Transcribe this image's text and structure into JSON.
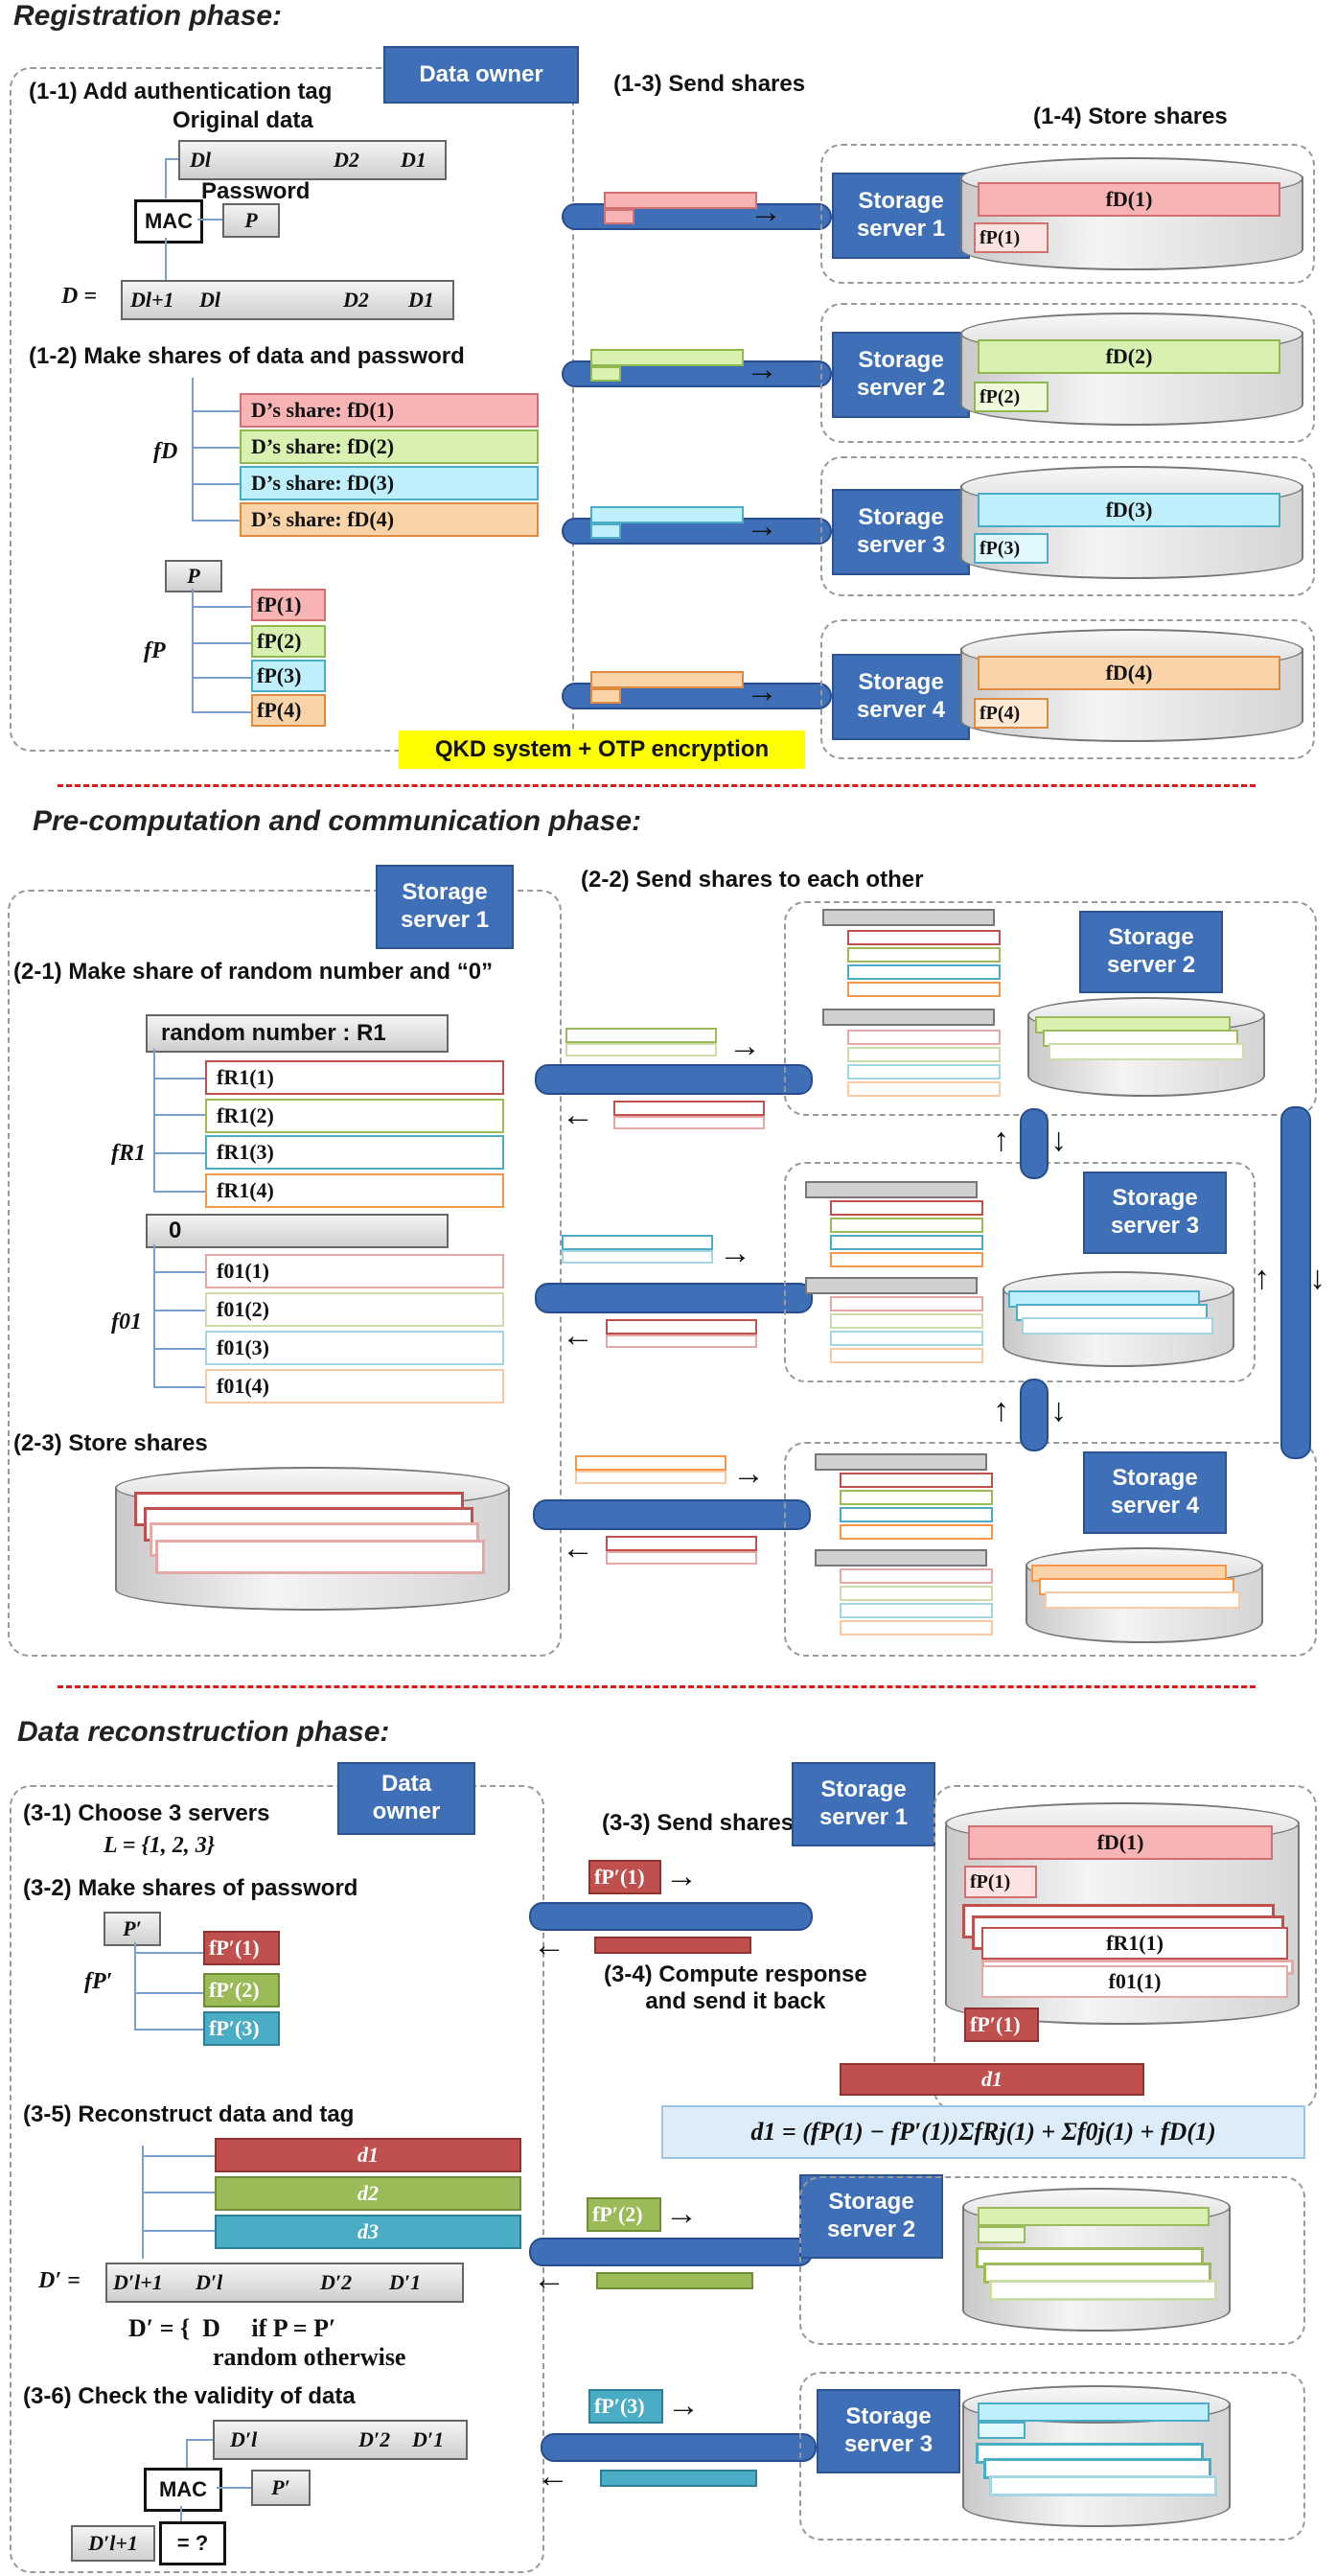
{
  "phases": {
    "registration": "Registration phase:",
    "precompute": "Pre-computation and communication phase:",
    "reconstruction": "Data reconstruction phase:"
  },
  "registration": {
    "step_1_1": "(1-1) Add authentication tag",
    "data_owner": "Data owner",
    "original_data": "Original data",
    "password": "Password",
    "mac": "MAC",
    "p": "P",
    "orig_segs": [
      "Dl",
      "D2",
      "D1"
    ],
    "d_label": "D =",
    "d_segs": [
      "Dl+1",
      "Dl",
      "D2",
      "D1"
    ],
    "step_1_2": "(1-2) Make shares of data and password",
    "fd": "fD",
    "d_shares": [
      "D’s share: fD(1)",
      "D’s share: fD(2)",
      "D’s share: fD(3)",
      "D’s share: fD(4)"
    ],
    "fp": "fP",
    "p_shares": [
      "fP(1)",
      "fP(2)",
      "fP(3)",
      "fP(4)"
    ],
    "step_1_3": "(1-3) Send shares",
    "step_1_4": "(1-4) Store shares",
    "servers": [
      "Storage\nserver 1",
      "Storage\nserver 2",
      "Storage\nserver 3",
      "Storage\nserver 4"
    ],
    "stored_fd": [
      "fD(1)",
      "fD(2)",
      "fD(3)",
      "fD(4)"
    ],
    "stored_fp": [
      "fP(1)",
      "fP(2)",
      "fP(3)",
      "fP(4)"
    ],
    "qkd": "QKD system  + OTP encryption"
  },
  "precompute": {
    "server1": "Storage\nserver 1",
    "step_2_2": "(2-2) Send shares to each other",
    "step_2_1": "(2-1) Make share of random number and “0”",
    "random_number": "random number : R1",
    "fr1": "fR1",
    "r_shares": [
      "fR1(1)",
      "fR1(2)",
      "fR1(3)",
      "fR1(4)"
    ],
    "zero": "0",
    "f01": "f01",
    "zero_shares": [
      "f01(1)",
      "f01(2)",
      "f01(3)",
      "f01(4)"
    ],
    "step_2_3": "(2-3) Store shares",
    "server2": "Storage\nserver 2",
    "server3": "Storage\nserver 3",
    "server4": "Storage\nserver 4"
  },
  "reconstruction": {
    "data_owner": "Data\nowner",
    "step_3_1": "(3-1) Choose 3 servers",
    "l_set": "L = {1, 2, 3}",
    "step_3_2": "(3-2) Make shares of password",
    "p_prime": "P′",
    "fp_prime": "fP′",
    "p_prime_shares": [
      "fP′(1)",
      "fP′(2)",
      "fP′(3)"
    ],
    "step_3_3": "(3-3) Send shares",
    "step_3_4": "(3-4) Compute response\nand send it back",
    "server1": "Storage\nserver 1",
    "s1_fd": "fD(1)",
    "s1_fp": "fP(1)",
    "s1_fr": "fR1(1)",
    "s1_f0": "f01(1)",
    "s1_fpp": "fP′(1)",
    "d1": "d1",
    "formula": "d1 = (fP(1) − fP′(1))ΣfRj(1) + Σf0j(1) + fD(1)",
    "step_3_5": "(3-5)  Reconstruct data and tag",
    "d_bars": [
      "d1",
      "d2",
      "d3"
    ],
    "dprime_label": "D′ =",
    "dprime_segs": [
      "D′l+1",
      "D′l",
      "D′2",
      "D′1"
    ],
    "dprime_def_1": "D′ = {  D     if P = P′",
    "dprime_def_2": "random  otherwise",
    "step_3_6": "(3-6) Check the validity of data",
    "check_segs": [
      "D′l",
      "D′2",
      "D′1"
    ],
    "mac": "MAC",
    "check_p": "P′",
    "check_tag": "D′l+1",
    "equals": "= ?",
    "server2": "Storage\nserver 2",
    "server3": "Storage\nserver 3",
    "send2": "fP′(2)",
    "send3": "fP′(3)"
  },
  "colors": {
    "red": "#f8b4b4",
    "green": "#d8f0b0",
    "cyan": "#bfeffa",
    "orange": "#fbd3a8",
    "dred": "#c0504d",
    "dgreen": "#9bbb59",
    "dcyan": "#4bacc6",
    "dorange": "#f79646",
    "blue": "#3f6fb6",
    "yellow": "#ffff00"
  }
}
